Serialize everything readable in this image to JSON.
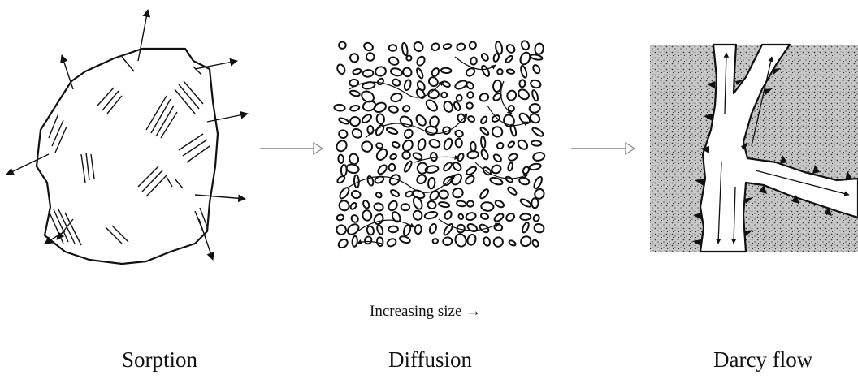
{
  "captions": {
    "sorption": "Sorption",
    "diffusion": "Diffusion",
    "darcy": "Darcy flow"
  },
  "scale_label": "Increasing size →",
  "colors": {
    "ink": "#111111",
    "shade": "#9a9a9a",
    "background": "#ffffff"
  },
  "icons": [
    "rock-grain",
    "granular-pores",
    "fracture-channel"
  ]
}
